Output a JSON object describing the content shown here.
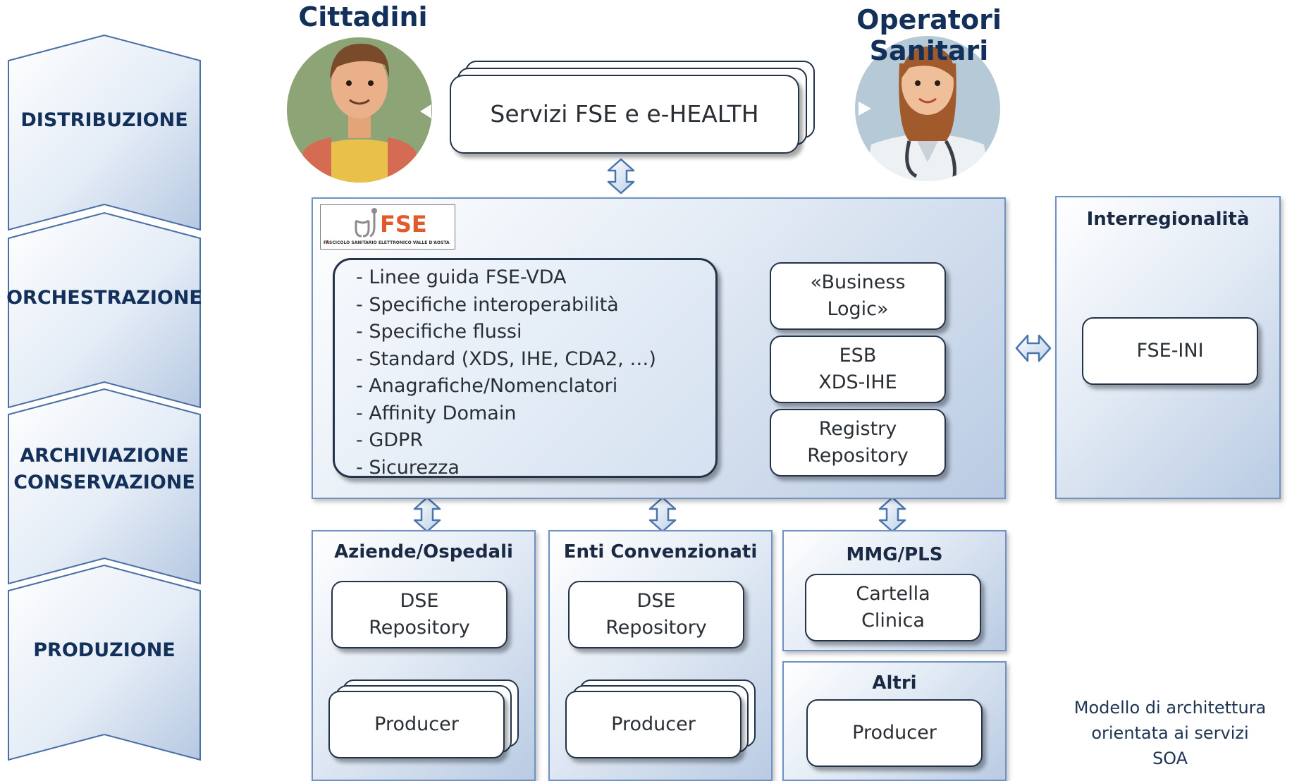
{
  "header": {
    "cittadini": "Cittadini",
    "operatori": "Operatori Sanitari"
  },
  "phases": [
    "DISTRIBUZIONE",
    "ORCHESTRAZIONE",
    "ARCHIVIAZIONE\nCONSERVAZIONE",
    "PRODUZIONE"
  ],
  "services": {
    "label": "Servizi FSE e e-HEALTH"
  },
  "logo": {
    "text": "FSE",
    "caption": "FASCICOLO SANITARIO ELETTRONICO VALLE D'AOSTA"
  },
  "fse_list": [
    "- Linee guida FSE-VDA",
    "- Specifiche interoperabilità",
    "- Specifiche flussi",
    "- Standard (XDS, IHE, CDA2, …)",
    "- Anagrafiche/Nomenclatori",
    "- Affinity Domain",
    "- GDPR",
    "- Sicurezza"
  ],
  "logic_boxes": [
    "«Business\nLogic»",
    "ESB\nXDS-IHE",
    "Registry\nRepository"
  ],
  "interregional": {
    "title": "Interregionalità",
    "box": "FSE-INI"
  },
  "aziende": {
    "title": "Aziende/Ospedali",
    "repo": "DSE\nRepository",
    "producer": "Producer"
  },
  "enti": {
    "title": "Enti Convenzionati",
    "repo": "DSE\nRepository",
    "producer": "Producer"
  },
  "mmg": {
    "title": "MMG/PLS",
    "box": "Cartella\nClinica"
  },
  "altri": {
    "title": "Altri",
    "producer": "Producer"
  },
  "caption": "Modello di architettura\norientata ai servizi\nSOA",
  "colors": {
    "panel_border": "#6f92c2",
    "box_border": "#23334a",
    "title_text": "#12305a",
    "arrow_fill": "#d6e4f4",
    "arrow_stroke": "#4a74ad"
  }
}
